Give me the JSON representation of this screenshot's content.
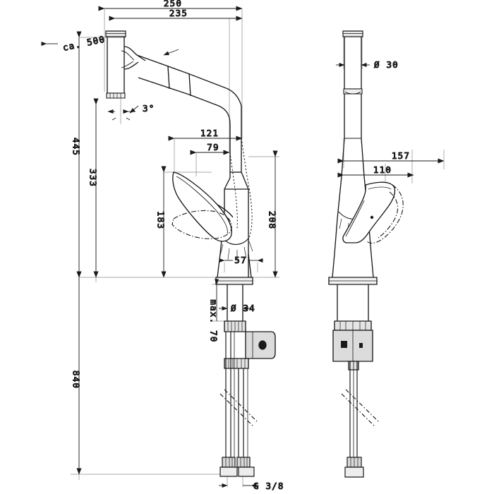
{
  "drawing": {
    "type": "technical-dimension-drawing",
    "subject": "kitchen mixer tap with pull-out spray",
    "views": [
      "front-elevation",
      "side-elevation"
    ],
    "units": "mm",
    "line_color": "#1a1a1a",
    "background_color": "#ffffff"
  },
  "dimensions": {
    "reach_total": {
      "label": "250",
      "value": 250,
      "unit": "mm",
      "orientation": "horizontal"
    },
    "reach_inner": {
      "label": "235",
      "value": 235,
      "unit": "mm",
      "orientation": "horizontal"
    },
    "hose_pullout": {
      "label": "ca. 500",
      "value": 500,
      "unit": "mm",
      "orientation": "horizontal",
      "prefix": "ca."
    },
    "height_total": {
      "label": "445",
      "value": 445,
      "unit": "mm",
      "orientation": "vertical"
    },
    "height_swivel": {
      "label": "333",
      "value": 333,
      "unit": "mm",
      "orientation": "vertical"
    },
    "height_lever": {
      "label": "183",
      "value": 183,
      "unit": "mm",
      "orientation": "vertical"
    },
    "height_body": {
      "label": "208",
      "value": 208,
      "unit": "mm",
      "orientation": "vertical"
    },
    "spout_offset_121": {
      "label": "121",
      "value": 121,
      "unit": "mm",
      "orientation": "horizontal"
    },
    "spout_offset_79": {
      "label": "79",
      "value": 79,
      "unit": "mm",
      "orientation": "horizontal"
    },
    "base_width_57": {
      "label": "57",
      "value": 57,
      "unit": "mm",
      "orientation": "horizontal"
    },
    "depth_157": {
      "label": "157",
      "value": 157,
      "unit": "mm",
      "orientation": "horizontal"
    },
    "depth_110": {
      "label": "110",
      "value": 110,
      "unit": "mm",
      "orientation": "horizontal"
    },
    "shank_dia_34": {
      "label": "Ø 34",
      "value": 34,
      "unit": "mm",
      "orientation": "horizontal",
      "symbol": "diameter"
    },
    "spray_dia_30": {
      "label": "Ø 30",
      "value": 30,
      "unit": "mm",
      "orientation": "horizontal",
      "symbol": "diameter"
    },
    "counter_thickness": {
      "label": "max. 70",
      "value": 70,
      "unit": "mm",
      "orientation": "vertical",
      "prefix": "max."
    },
    "hose_length_840": {
      "label": "840",
      "value": 840,
      "unit": "mm",
      "orientation": "vertical"
    },
    "tilt_angle": {
      "label": "3°",
      "value": 3,
      "unit": "deg",
      "orientation": "angular"
    },
    "thread_size": {
      "label": "G 3/8",
      "value": "G 3/8",
      "unit": "inch-thread",
      "orientation": "horizontal"
    }
  }
}
